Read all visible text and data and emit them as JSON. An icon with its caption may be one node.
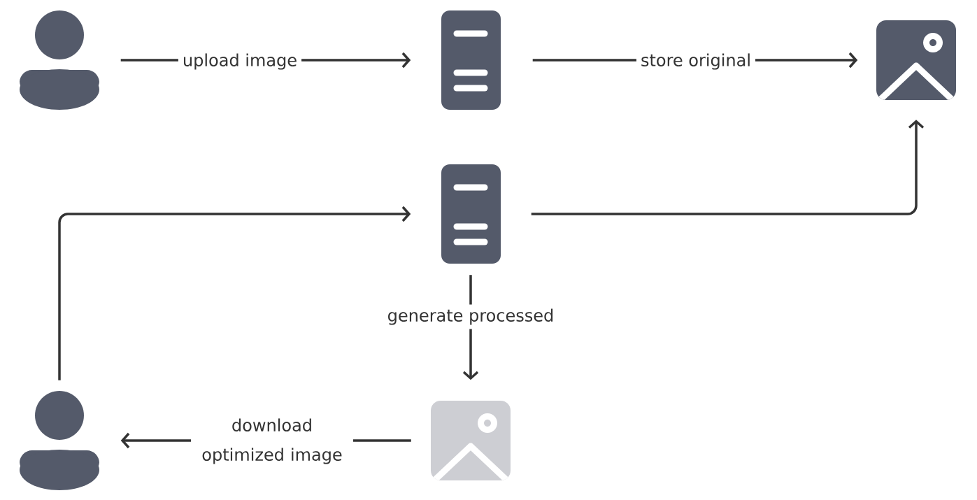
{
  "diagram": {
    "nodes": [
      {
        "text": [],
        "shape": "person"
      },
      {
        "text": [],
        "shape": "server"
      },
      {
        "text": [],
        "shape": "image"
      },
      {
        "text": [],
        "shape": "server"
      },
      {
        "text": [],
        "shape": "person"
      },
      {
        "text": [],
        "shape": "image"
      }
    ],
    "edges": [
      {
        "from": 0,
        "to": 1,
        "arrow": "to",
        "label": "upload image"
      },
      {
        "from": 1,
        "to": 2,
        "arrow": "to",
        "label": "store original"
      },
      {
        "from": 4,
        "to": 3,
        "arrow": "to"
      },
      {
        "from": 3,
        "to": 2,
        "arrow": "to"
      },
      {
        "from": 3,
        "to": 5,
        "arrow": "to",
        "label": "generate processed"
      },
      {
        "from": 5,
        "to": 4,
        "arrow": "to",
        "label": "download optimized image"
      }
    ]
  }
}
